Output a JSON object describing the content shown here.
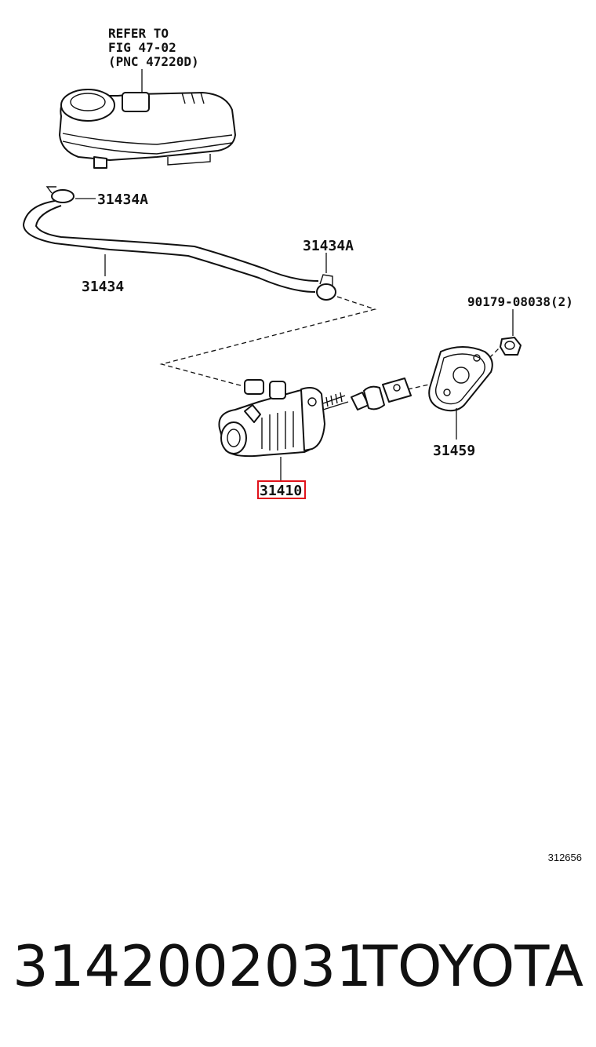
{
  "reference_note": {
    "line1": "REFER TO",
    "line2": "FIG 47-02",
    "line3": "(PNC 47220D)"
  },
  "callouts": {
    "clamp_upper": "31434A",
    "hose": "31434",
    "clamp_lower": "31434A",
    "bolt": "90179-08038(2)",
    "gasket": "31459",
    "master_cylinder": "31410"
  },
  "highlight_color": "#e0121b",
  "figure_id": "312656",
  "footer": {
    "part_number": "3142002031",
    "brand": "TOYOTA"
  }
}
